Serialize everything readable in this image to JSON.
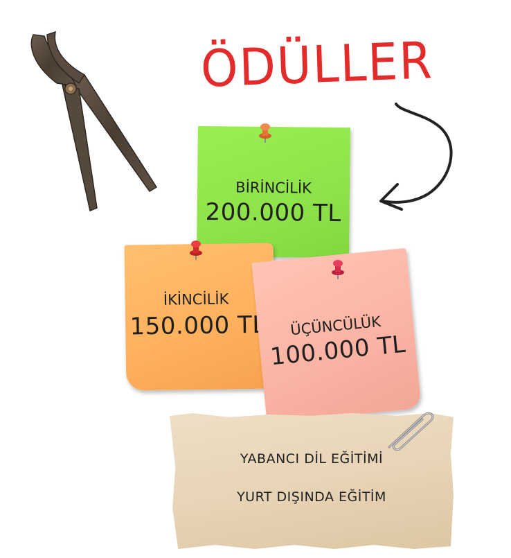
{
  "title": "ÖDÜLLER",
  "colors": {
    "title": "#e22b2b",
    "pin_red": "#e23636",
    "pin_orange": "#f07a3c",
    "note_green": "#8ee34a",
    "note_orange": "#ffb05c",
    "note_pink": "#fbb3a3",
    "paper": "#e7d3b5"
  },
  "prizes": [
    {
      "place": "BİRİNCİLİK",
      "amount": "200.000 TL"
    },
    {
      "place": "İKİNCİLİK",
      "amount": "150.000 TL"
    },
    {
      "place": "ÜÇÜNCÜLÜK",
      "amount": "100.000 TL"
    }
  ],
  "extras": [
    "YABANCI DİL EĞİTİMİ",
    "YURT DIŞINDA EĞİTİM"
  ],
  "icons": {
    "decor": "scissors-icon",
    "pointer": "curved-arrow-icon",
    "pin": "push-pin-icon",
    "clip": "paper-clip-icon"
  }
}
